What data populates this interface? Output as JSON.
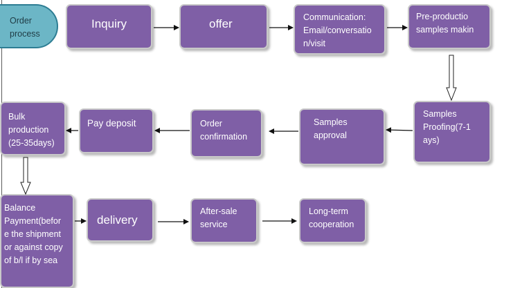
{
  "start": {
    "label": "Order\nprocess"
  },
  "steps": [
    {
      "id": "inquiry",
      "label": "Inquiry"
    },
    {
      "id": "offer",
      "label": "offer"
    },
    {
      "id": "communication",
      "label": "Communication:\nEmail/conversatio\nn/visit"
    },
    {
      "id": "pre_production",
      "label": "Pre-productio\nsamples makin"
    },
    {
      "id": "samples_proofing",
      "label": "Samples\nProofing(7-1\nays)"
    },
    {
      "id": "samples_approval",
      "label": "Samples\napproval"
    },
    {
      "id": "order_confirmation",
      "label": "Order\nconfirmation"
    },
    {
      "id": "pay_deposit",
      "label": "Pay deposit"
    },
    {
      "id": "bulk_production",
      "label": "Bulk\nproduction\n(25-35days)"
    },
    {
      "id": "balance_payment",
      "label": "Balance\nPayment(befor\ne the shipment\nor against copy\nof b/l if by sea"
    },
    {
      "id": "delivery",
      "label": "delivery"
    },
    {
      "id": "after_sale",
      "label": "After-sale\nservice"
    },
    {
      "id": "long_term",
      "label": "Long-term\ncooperation"
    }
  ]
}
